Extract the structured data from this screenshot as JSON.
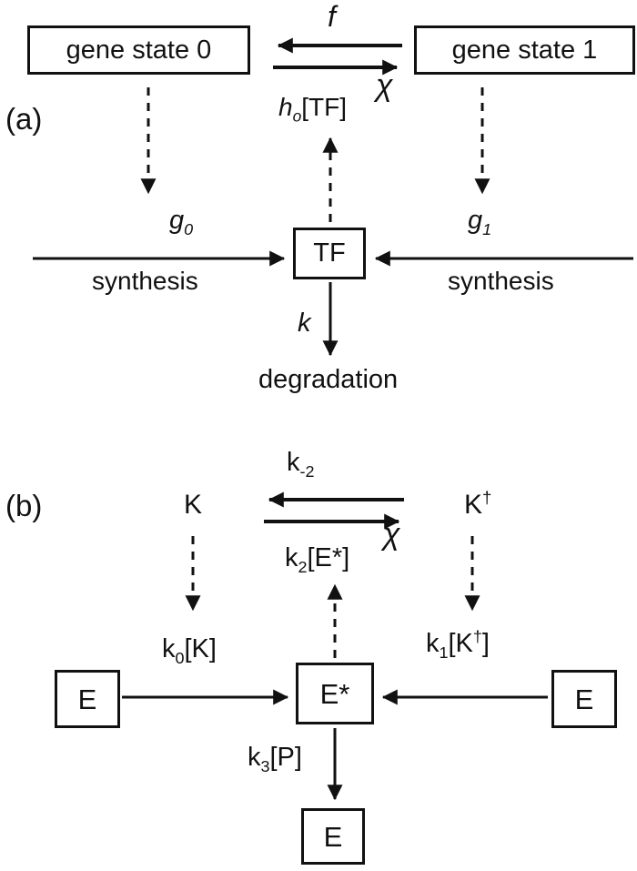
{
  "meta": {
    "background": "#ffffff",
    "line_color": "#111111",
    "figure_type": "two-panel reaction scheme diagram"
  },
  "panel_a": {
    "panel_label": "(a)",
    "boxes": {
      "gene_state_0": "gene state 0",
      "gene_state_1": "gene state 1",
      "tf": "TF"
    },
    "labels": {
      "f": "f",
      "chi": "χ",
      "h_base": "h",
      "h_sub": "o",
      "h_bracket": "[TF]",
      "g0_base": "g",
      "g0_sub": "0",
      "g1_base": "g",
      "g1_sub": "1",
      "synthesis_left": "synthesis",
      "synthesis_right": "synthesis",
      "k": "k",
      "degradation": "degradation"
    }
  },
  "panel_b": {
    "panel_label": "(b)",
    "boxes": {
      "e_left": "E",
      "e_star": "E*",
      "e_right": "E",
      "e_bottom": "E"
    },
    "labels": {
      "k_state": "K",
      "k_dagger_base": "K",
      "k_dagger_sup": "†",
      "k_minus2_base": "k",
      "k_minus2_sub": "-2",
      "chi": "χ",
      "k2_base": "k",
      "k2_sub": "2",
      "k2_bracket": "[E*]",
      "k0_base": "k",
      "k0_sub": "0",
      "k0_bracket": "[K]",
      "k1_base": "k",
      "k1_sub": "1",
      "k1_open": "[K",
      "k1_sup": "†",
      "k1_close": "]",
      "k3_base": "k",
      "k3_sub": "3",
      "k3_bracket": "[P]"
    }
  }
}
